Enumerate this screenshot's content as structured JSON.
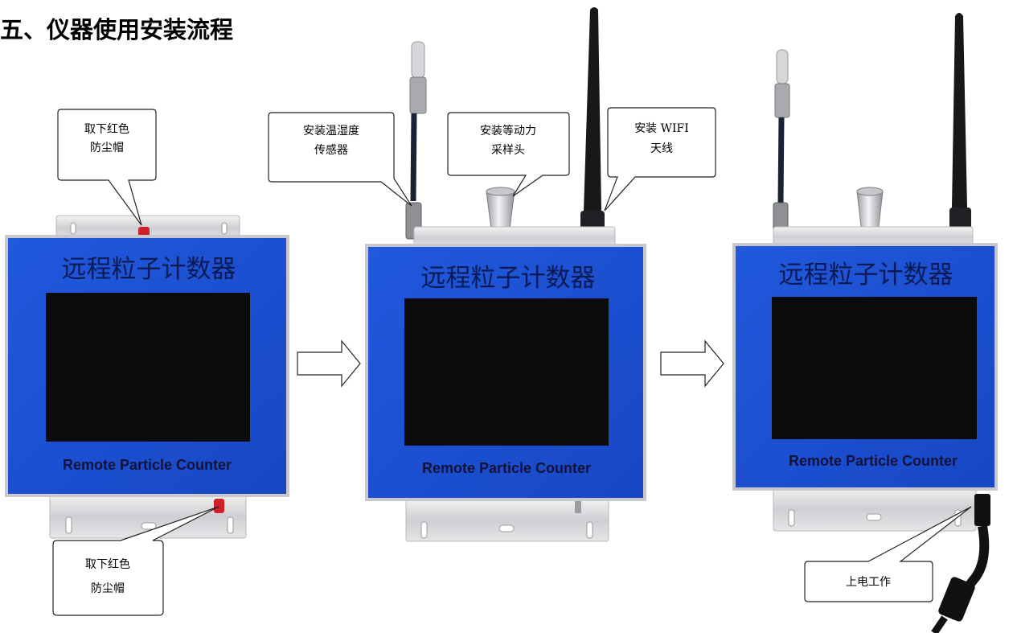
{
  "title": "五、仪器使用安装流程",
  "device": {
    "panel_title": "远程粒子计数器",
    "brand": "Remote Particle Counter",
    "panel_color": "#1d52d6",
    "screen_color": "#0b0b0d",
    "bracket_color": "#d9d9dc"
  },
  "callouts": {
    "remove_cap_top": [
      "取下红色",
      "防尘帽"
    ],
    "remove_cap_bottom": [
      "取下红色",
      "防尘帽"
    ],
    "temp_sensor": [
      "安装温湿度",
      "传感器"
    ],
    "sampling_head": [
      "安装等动力",
      "采样头"
    ],
    "wifi_antenna": [
      "安装 WIFI",
      "天线"
    ],
    "power_on": [
      "上电工作"
    ]
  },
  "steps": [
    {
      "name": "step-1-unit"
    },
    {
      "name": "step-2-unit"
    },
    {
      "name": "step-3-unit"
    }
  ],
  "arrows": [
    "arrow-right-icon",
    "arrow-right-icon"
  ]
}
